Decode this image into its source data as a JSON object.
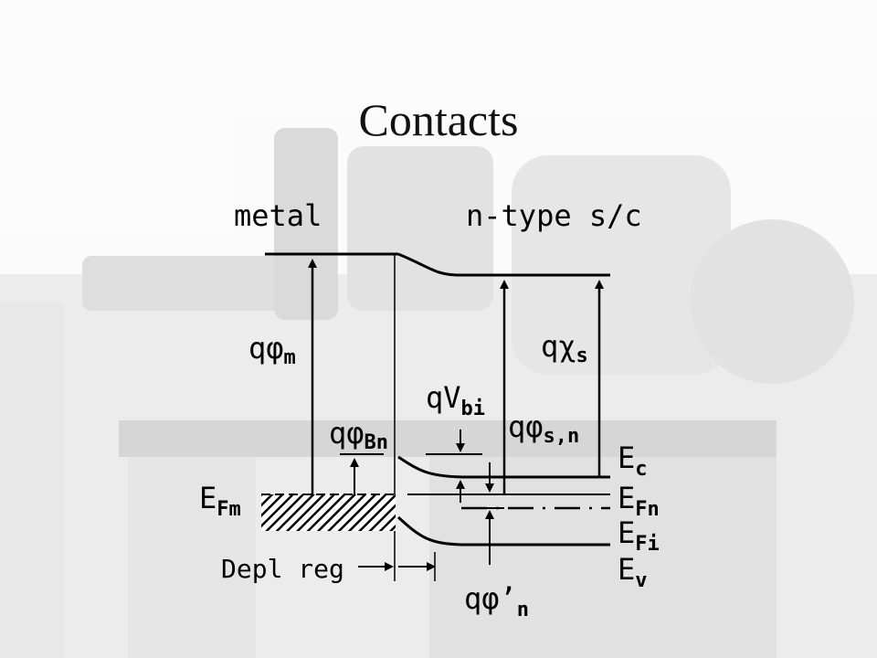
{
  "slide": {
    "title": "Contacts",
    "background_description_hidden": false
  },
  "diagram": {
    "metal_label": "metal",
    "semiconductor_label": "n-type s/c",
    "labels": {
      "q_phi_m": {
        "q": "q",
        "sym": "φ",
        "sub": "m"
      },
      "q_chi_s": {
        "q": "q",
        "sym": "χ",
        "sub": "s"
      },
      "q_v_bi": {
        "q": "qV",
        "sub": "bi"
      },
      "q_phi_bn": {
        "q": "q",
        "sym": "φ",
        "sub": "Bn"
      },
      "q_phi_sn": {
        "q": "q",
        "sym": "φ",
        "sub": "s,n"
      },
      "q_phi_n_prime": {
        "q": "q",
        "sym": "φ’",
        "sub": "n"
      },
      "e_fm": {
        "main": "E",
        "sub": "Fm"
      },
      "e_c": {
        "main": "E",
        "sub": "c"
      },
      "e_fn": {
        "main": "E",
        "sub": "Fn"
      },
      "e_fi": {
        "main": "E",
        "sub": "Fi"
      },
      "e_v": {
        "main": "E",
        "sub": "v"
      },
      "depl_reg": "Depl reg"
    },
    "colors": {
      "line": "#000000",
      "text": "#000000",
      "title": "#111111"
    }
  }
}
